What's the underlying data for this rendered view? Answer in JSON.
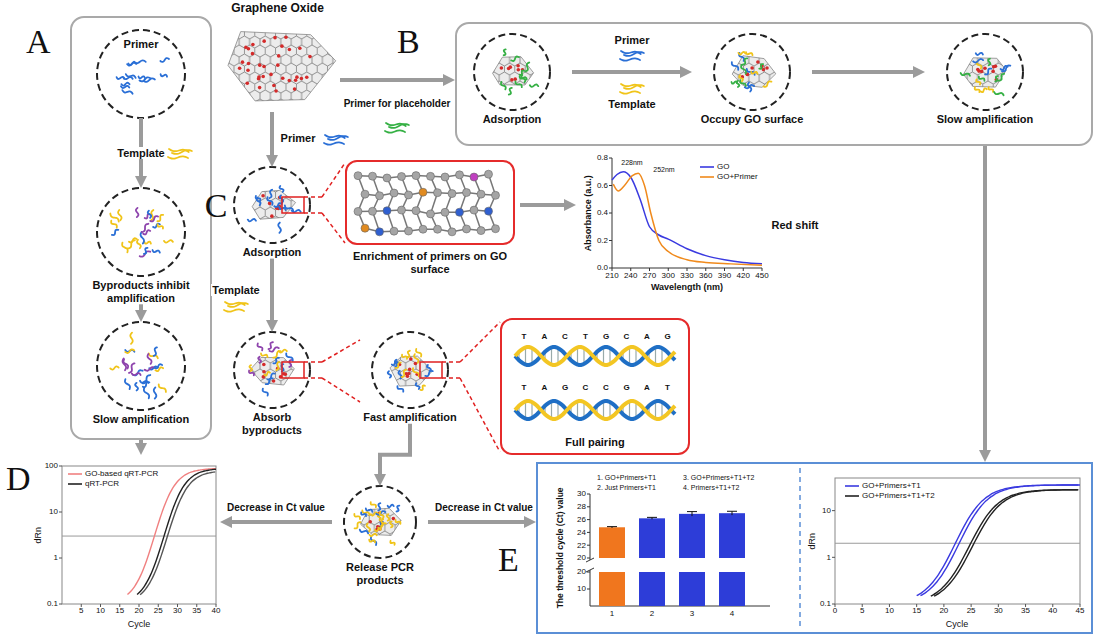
{
  "diagram": {
    "nodes": [
      {
        "text": [
          "A"
        ]
      },
      {
        "text": [
          "Primer"
        ],
        "in": 0
      },
      {
        "text": [
          "Byproducts inhibit amplification"
        ],
        "in": 0
      },
      {
        "text": [
          "Slow amplification"
        ],
        "in": 0
      },
      {
        "text": [
          "Graphene Oxide"
        ]
      },
      {
        "text": [
          "B"
        ]
      },
      {
        "text": [
          "Adsorption"
        ],
        "in": 5
      },
      {
        "text": [
          "Occupy GO surface"
        ],
        "in": 5
      },
      {
        "text": [
          "Slow amplification"
        ],
        "in": 5
      },
      {
        "text": [
          "Adsorption"
        ]
      },
      {
        "text": [
          "Enrichment of primers on GO surface"
        ]
      },
      {
        "text": [
          "Absorb byproducts"
        ]
      },
      {
        "text": [
          "Fast amplification"
        ]
      },
      {
        "text": [
          "Full pairing"
        ]
      },
      {
        "text": [
          "Release PCR products"
        ]
      },
      {
        "text": [
          "D"
        ]
      },
      {
        "text": [
          "E"
        ]
      }
    ],
    "edges": [
      {
        "from": 1,
        "to": 2,
        "arrow": "to",
        "label": "Template"
      },
      {
        "from": 2,
        "to": 3,
        "arrow": "to"
      },
      {
        "from": 4,
        "to": 5,
        "arrow": "to",
        "label": "Primer for placeholder"
      },
      {
        "from": 6,
        "to": 7,
        "arrow": "to"
      },
      {
        "from": 7,
        "to": 8,
        "arrow": "to"
      },
      {
        "from": 4,
        "to": 9,
        "arrow": "to",
        "label": "Primer"
      },
      {
        "from": 9,
        "to": 10,
        "arrow": "none"
      },
      {
        "from": 9,
        "to": 11,
        "arrow": "to",
        "label": "Template"
      },
      {
        "from": 11,
        "to": 12,
        "arrow": "none"
      },
      {
        "from": 12,
        "to": 13,
        "arrow": "none"
      },
      {
        "from": 12,
        "to": 14,
        "arrow": "to"
      },
      {
        "from": 0,
        "to": 15,
        "arrow": "to"
      },
      {
        "from": 14,
        "to": 15,
        "arrow": "to",
        "label": "Decrease in Ct value"
      },
      {
        "from": 14,
        "to": 16,
        "arrow": "to",
        "label": "Decrease in Ct value"
      },
      {
        "from": 5,
        "to": 16,
        "arrow": "to"
      }
    ],
    "labels": [
      "C",
      "Primer",
      "Template",
      "Red shift",
      "228nm",
      "252nm",
      "Absorbance (a.u.)",
      "Wavelength (nm)",
      "0.0",
      "0.2",
      "0.4",
      "0.6",
      "0.8",
      "210",
      "240",
      "270",
      "300",
      "330",
      "360",
      "390",
      "420",
      "450",
      "dRn",
      "Cycle",
      "100",
      "10",
      "1",
      "0.1",
      "5",
      "10",
      "15",
      "20",
      "25",
      "30",
      "35",
      "40",
      "The threshold cycle (Ct) value",
      "1. GO+Primers+T1",
      "3. GO+Primers+T1+T2",
      "2. Just Primers+T1",
      "4. Primers+T1+T2",
      "30",
      "28",
      "26",
      "24",
      "22",
      "20",
      "20",
      "10",
      "1",
      "2",
      "3",
      "4",
      "dRn",
      "Cycle",
      "10",
      "1",
      "0.1",
      "0",
      "5",
      "10",
      "15",
      "20",
      "25",
      "30",
      "35",
      "40",
      "45",
      "T",
      "A",
      "C",
      "T",
      "G",
      "C",
      "A",
      "G",
      "T",
      "A",
      "G",
      "C",
      "C",
      "G",
      "A",
      "T"
    ],
    "legend": [
      {
        "text": "GO"
      },
      {
        "text": "GO+Primer"
      },
      {
        "text": "GO-based qRT-PCR"
      },
      {
        "text": "qRT-PCR"
      },
      {
        "text": "GO+Primers+T1"
      },
      {
        "text": "GO+Primers+T1+T2"
      }
    ]
  }
}
